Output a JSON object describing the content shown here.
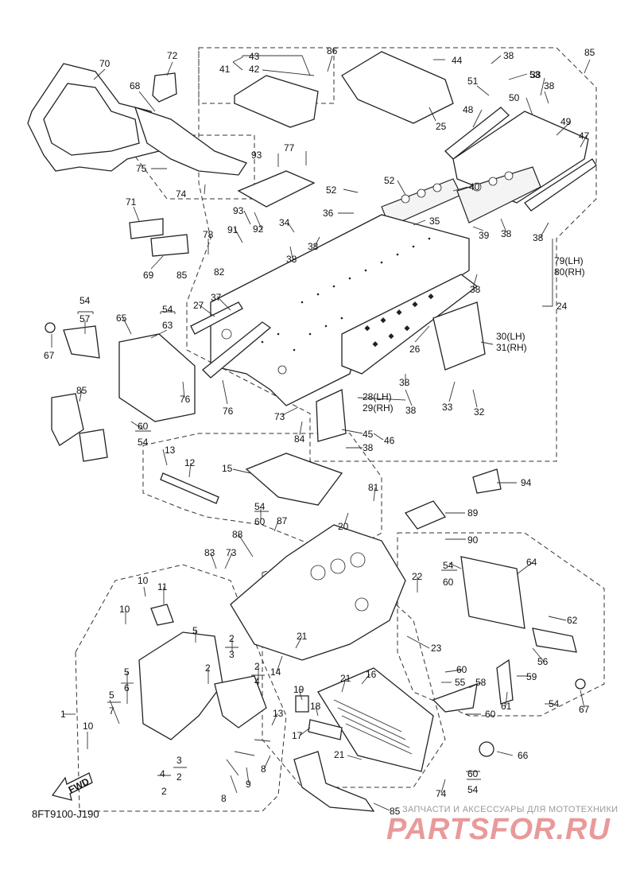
{
  "diagram_code": "8FT9100-J190",
  "fwd_label": "FWD",
  "watermark": {
    "caption": "ЗАПЧАСТИ И АКСЕССУАРЫ ДЛЯ МОТОТЕХНИКИ",
    "brand": "PARTSFOR.RU"
  },
  "callouts": [
    {
      "id": "c70",
      "text": "70"
    },
    {
      "id": "c72",
      "text": "72"
    },
    {
      "id": "c68",
      "text": "68"
    },
    {
      "id": "c75",
      "text": "75"
    },
    {
      "id": "c74a",
      "text": "74"
    },
    {
      "id": "c71",
      "text": "71"
    },
    {
      "id": "c69",
      "text": "69"
    },
    {
      "id": "c78",
      "text": "78"
    },
    {
      "id": "c85a",
      "text": "85"
    },
    {
      "id": "c82",
      "text": "82"
    },
    {
      "id": "c91",
      "text": "91"
    },
    {
      "id": "c93a",
      "text": "93"
    },
    {
      "id": "c92",
      "text": "92"
    },
    {
      "id": "c93b",
      "text": "93"
    },
    {
      "id": "c77",
      "text": "77"
    },
    {
      "id": "c43",
      "text": "43"
    },
    {
      "id": "c41",
      "text": "41"
    },
    {
      "id": "c42",
      "text": "42"
    },
    {
      "id": "c86",
      "text": "86"
    },
    {
      "id": "c44",
      "text": "44"
    },
    {
      "id": "c25",
      "text": "25"
    },
    {
      "id": "c38a",
      "text": "38"
    },
    {
      "id": "c85b",
      "text": "85"
    },
    {
      "id": "c51",
      "text": "51"
    },
    {
      "id": "c53",
      "text": "53"
    },
    {
      "id": "c38b",
      "text": "38"
    },
    {
      "id": "c38c",
      "text": "38"
    },
    {
      "id": "c48",
      "text": "48"
    },
    {
      "id": "c50",
      "text": "50"
    },
    {
      "id": "c49",
      "text": "49"
    },
    {
      "id": "c47",
      "text": "47"
    },
    {
      "id": "c52",
      "text": "52"
    },
    {
      "id": "c40",
      "text": "40"
    },
    {
      "id": "c52b",
      "text": "52"
    },
    {
      "id": "c36",
      "text": "36"
    },
    {
      "id": "c35",
      "text": "35"
    },
    {
      "id": "c34",
      "text": "34"
    },
    {
      "id": "c38d",
      "text": "38"
    },
    {
      "id": "c38e",
      "text": "38"
    },
    {
      "id": "c39",
      "text": "39"
    },
    {
      "id": "c38f",
      "text": "38"
    },
    {
      "id": "c38g",
      "text": "38"
    },
    {
      "id": "c7980",
      "text": "79(LH)\n80(RH)"
    },
    {
      "id": "c38h",
      "text": "38"
    },
    {
      "id": "c24",
      "text": "24"
    },
    {
      "id": "c27",
      "text": "27"
    },
    {
      "id": "c37",
      "text": "37"
    },
    {
      "id": "c54a",
      "text": "54"
    },
    {
      "id": "c57",
      "text": "57"
    },
    {
      "id": "c54b",
      "text": "54"
    },
    {
      "id": "c63",
      "text": "63"
    },
    {
      "id": "c65",
      "text": "65"
    },
    {
      "id": "c67a",
      "text": "67"
    },
    {
      "id": "c26",
      "text": "26"
    },
    {
      "id": "c3031",
      "text": "30(LH)\n31(RH)"
    },
    {
      "id": "c85c",
      "text": "85"
    },
    {
      "id": "c76a",
      "text": "76"
    },
    {
      "id": "c76b",
      "text": "76"
    },
    {
      "id": "c38i",
      "text": "38"
    },
    {
      "id": "c2829",
      "text": "28(LH)\n29(RH)"
    },
    {
      "id": "c38j",
      "text": "38"
    },
    {
      "id": "c33",
      "text": "33"
    },
    {
      "id": "c32",
      "text": "32"
    },
    {
      "id": "c73a",
      "text": "73"
    },
    {
      "id": "c84",
      "text": "84"
    },
    {
      "id": "c45",
      "text": "45"
    },
    {
      "id": "c46",
      "text": "46"
    },
    {
      "id": "c38k",
      "text": "38"
    },
    {
      "id": "c60a",
      "text": "60"
    },
    {
      "id": "c54c",
      "text": "54"
    },
    {
      "id": "c13a",
      "text": "13"
    },
    {
      "id": "c12",
      "text": "12"
    },
    {
      "id": "c15",
      "text": "15"
    },
    {
      "id": "c94",
      "text": "94"
    },
    {
      "id": "c81",
      "text": "81"
    },
    {
      "id": "c89",
      "text": "89"
    },
    {
      "id": "c54d",
      "text": "54"
    },
    {
      "id": "c60b",
      "text": "60"
    },
    {
      "id": "c87",
      "text": "87"
    },
    {
      "id": "c20",
      "text": "20"
    },
    {
      "id": "c88",
      "text": "88"
    },
    {
      "id": "c90",
      "text": "90"
    },
    {
      "id": "c83",
      "text": "83"
    },
    {
      "id": "c73b",
      "text": "73"
    },
    {
      "id": "c64",
      "text": "64"
    },
    {
      "id": "c54e",
      "text": "54"
    },
    {
      "id": "c60c",
      "text": "60"
    },
    {
      "id": "c22",
      "text": "22"
    },
    {
      "id": "c10a",
      "text": "10"
    },
    {
      "id": "c11",
      "text": "11"
    },
    {
      "id": "c62",
      "text": "62"
    },
    {
      "id": "c10b",
      "text": "10"
    },
    {
      "id": "c5a",
      "text": "5"
    },
    {
      "id": "c2a",
      "text": "2"
    },
    {
      "id": "c3a",
      "text": "3"
    },
    {
      "id": "c21a",
      "text": "21"
    },
    {
      "id": "c23",
      "text": "23"
    },
    {
      "id": "c56",
      "text": "56"
    },
    {
      "id": "c14",
      "text": "14"
    },
    {
      "id": "c2b",
      "text": "2"
    },
    {
      "id": "c4a",
      "text": "4"
    },
    {
      "id": "c60d",
      "text": "60"
    },
    {
      "id": "c59",
      "text": "59"
    },
    {
      "id": "c5b",
      "text": "5"
    },
    {
      "id": "c6",
      "text": "6"
    },
    {
      "id": "c2c",
      "text": "2"
    },
    {
      "id": "c16",
      "text": "16"
    },
    {
      "id": "c21b",
      "text": "21"
    },
    {
      "id": "c55",
      "text": "55"
    },
    {
      "id": "c58",
      "text": "58"
    },
    {
      "id": "c5c",
      "text": "5"
    },
    {
      "id": "c7",
      "text": "7"
    },
    {
      "id": "c19",
      "text": "19"
    },
    {
      "id": "c18",
      "text": "18"
    },
    {
      "id": "c61",
      "text": "61"
    },
    {
      "id": "c54f",
      "text": "54"
    },
    {
      "id": "c67b",
      "text": "67"
    },
    {
      "id": "c1",
      "text": "1"
    },
    {
      "id": "c13b",
      "text": "13"
    },
    {
      "id": "c60e",
      "text": "60"
    },
    {
      "id": "c10c",
      "text": "10"
    },
    {
      "id": "c17",
      "text": "17"
    },
    {
      "id": "c21c",
      "text": "21"
    },
    {
      "id": "c66",
      "text": "66"
    },
    {
      "id": "c4b",
      "text": "4"
    },
    {
      "id": "c3b",
      "text": "3"
    },
    {
      "id": "c2d",
      "text": "2"
    },
    {
      "id": "c2e",
      "text": "2"
    },
    {
      "id": "c9",
      "text": "9"
    },
    {
      "id": "c8a",
      "text": "8"
    },
    {
      "id": "c8b",
      "text": "8"
    },
    {
      "id": "c74b",
      "text": "74"
    },
    {
      "id": "c60f",
      "text": "60"
    },
    {
      "id": "c54g",
      "text": "54"
    },
    {
      "id": "c85d",
      "text": "85"
    }
  ]
}
